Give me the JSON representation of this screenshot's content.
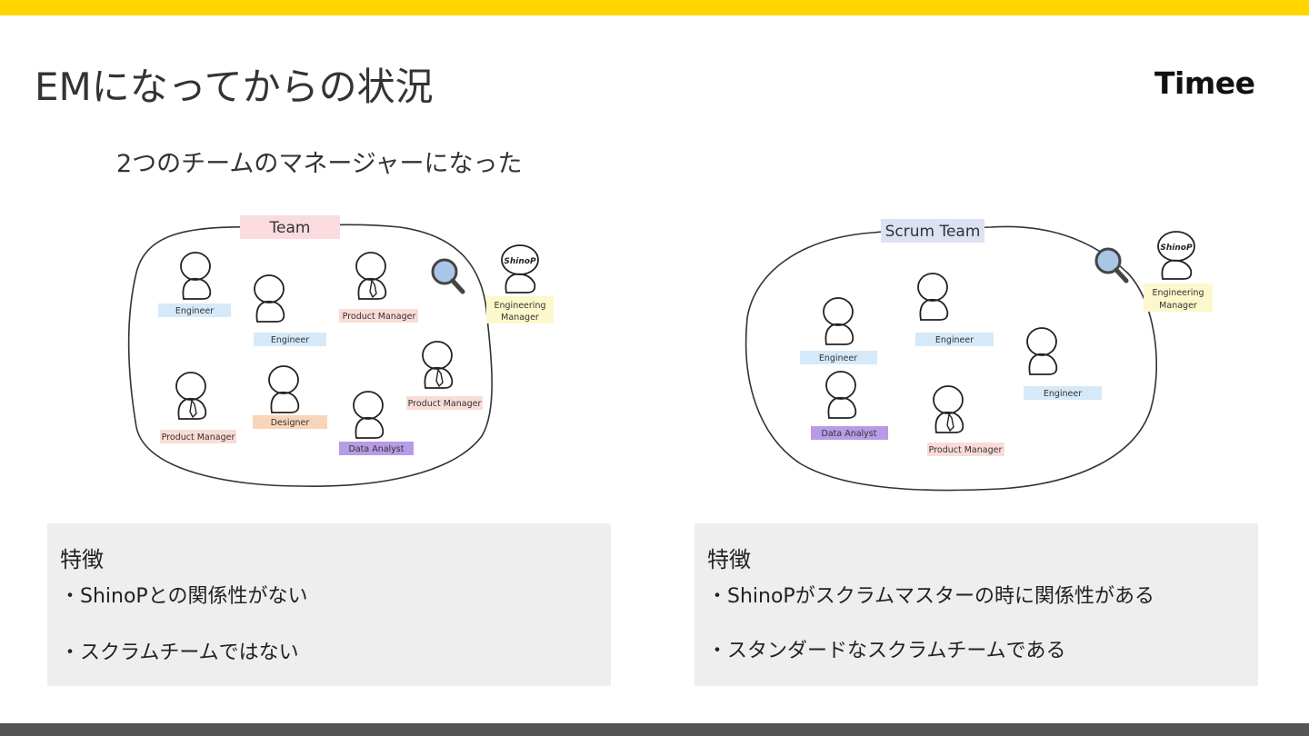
{
  "title": "EMになってからの状況",
  "logo": "Timee",
  "subtitle": "2つのチームのマネージャーになった",
  "left_team": {
    "label": "Team",
    "members": [
      "Engineer",
      "Engineer",
      "Product Manager",
      "Product Manager",
      "Designer",
      "Data Analyst",
      "Product Manager"
    ],
    "manager_badge": "ShinoP",
    "manager_role_line1": "Engineering",
    "manager_role_line2": "Manager"
  },
  "right_team": {
    "label": "Scrum Team",
    "members": [
      "Engineer",
      "Engineer",
      "Engineer",
      "Data Analyst",
      "Product Manager"
    ],
    "manager_badge": "ShinoP",
    "manager_role_line1": "Engineering",
    "manager_role_line2": "Manager"
  },
  "left_box": {
    "heading": "特徴",
    "line1": "・ShinoPとの関係性がない",
    "line2": "・スクラムチームではない"
  },
  "right_box": {
    "heading": "特徴",
    "line1": "・ShinoPがスクラムマスターの時に関係性がある",
    "line2": "・スタンダードなスクラムチームである"
  },
  "colors": {
    "top_bar": "#FFD600",
    "bottom_bar": "#555555",
    "engineer_tag": "#D6E9F8",
    "product_manager_tag": "#F9DCD6",
    "designer_tag": "#F8D5B8",
    "data_analyst_tag": "#B79BE6",
    "manager_tag": "#FCF8CC",
    "team_label_tag": "#FADCE0",
    "scrum_label_tag": "#DDE2F3",
    "box_bg": "#EEEEEE"
  }
}
